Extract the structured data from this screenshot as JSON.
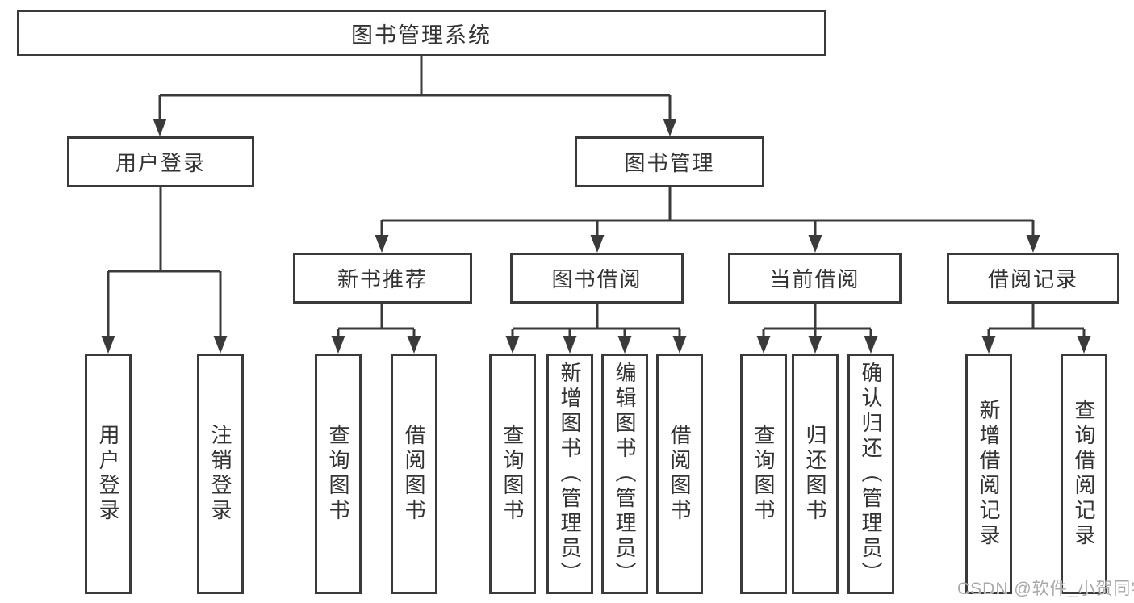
{
  "colors": {
    "line": "#3a3a3a",
    "border": "#3a3a3a",
    "text": "#333333",
    "background": "#ffffff",
    "watermark": "#a9a9a9"
  },
  "tree": {
    "root": {
      "label": "图书管理系统"
    },
    "level2": [
      {
        "label": "用户登录",
        "children": [
          {
            "label": "用户登录"
          },
          {
            "label": "注销登录"
          }
        ]
      },
      {
        "label": "图书管理",
        "children": [
          {
            "label": "新书推荐",
            "children": [
              {
                "label": "查询图书"
              },
              {
                "label": "借阅图书"
              }
            ]
          },
          {
            "label": "图书借阅",
            "children": [
              {
                "label": "查询图书"
              },
              {
                "label": "新增图书（管理员）"
              },
              {
                "label": "编辑图书（管理员）"
              },
              {
                "label": "借阅图书"
              }
            ]
          },
          {
            "label": "当前借阅",
            "children": [
              {
                "label": "查询图书"
              },
              {
                "label": "归还图书"
              },
              {
                "label": "确认归还（管理员）"
              }
            ]
          },
          {
            "label": "借阅记录",
            "children": [
              {
                "label": "新增借阅记录"
              },
              {
                "label": "查询借阅记录"
              }
            ]
          }
        ]
      }
    ]
  },
  "watermark": {
    "text": "CSDN @软件_小贺同学"
  }
}
